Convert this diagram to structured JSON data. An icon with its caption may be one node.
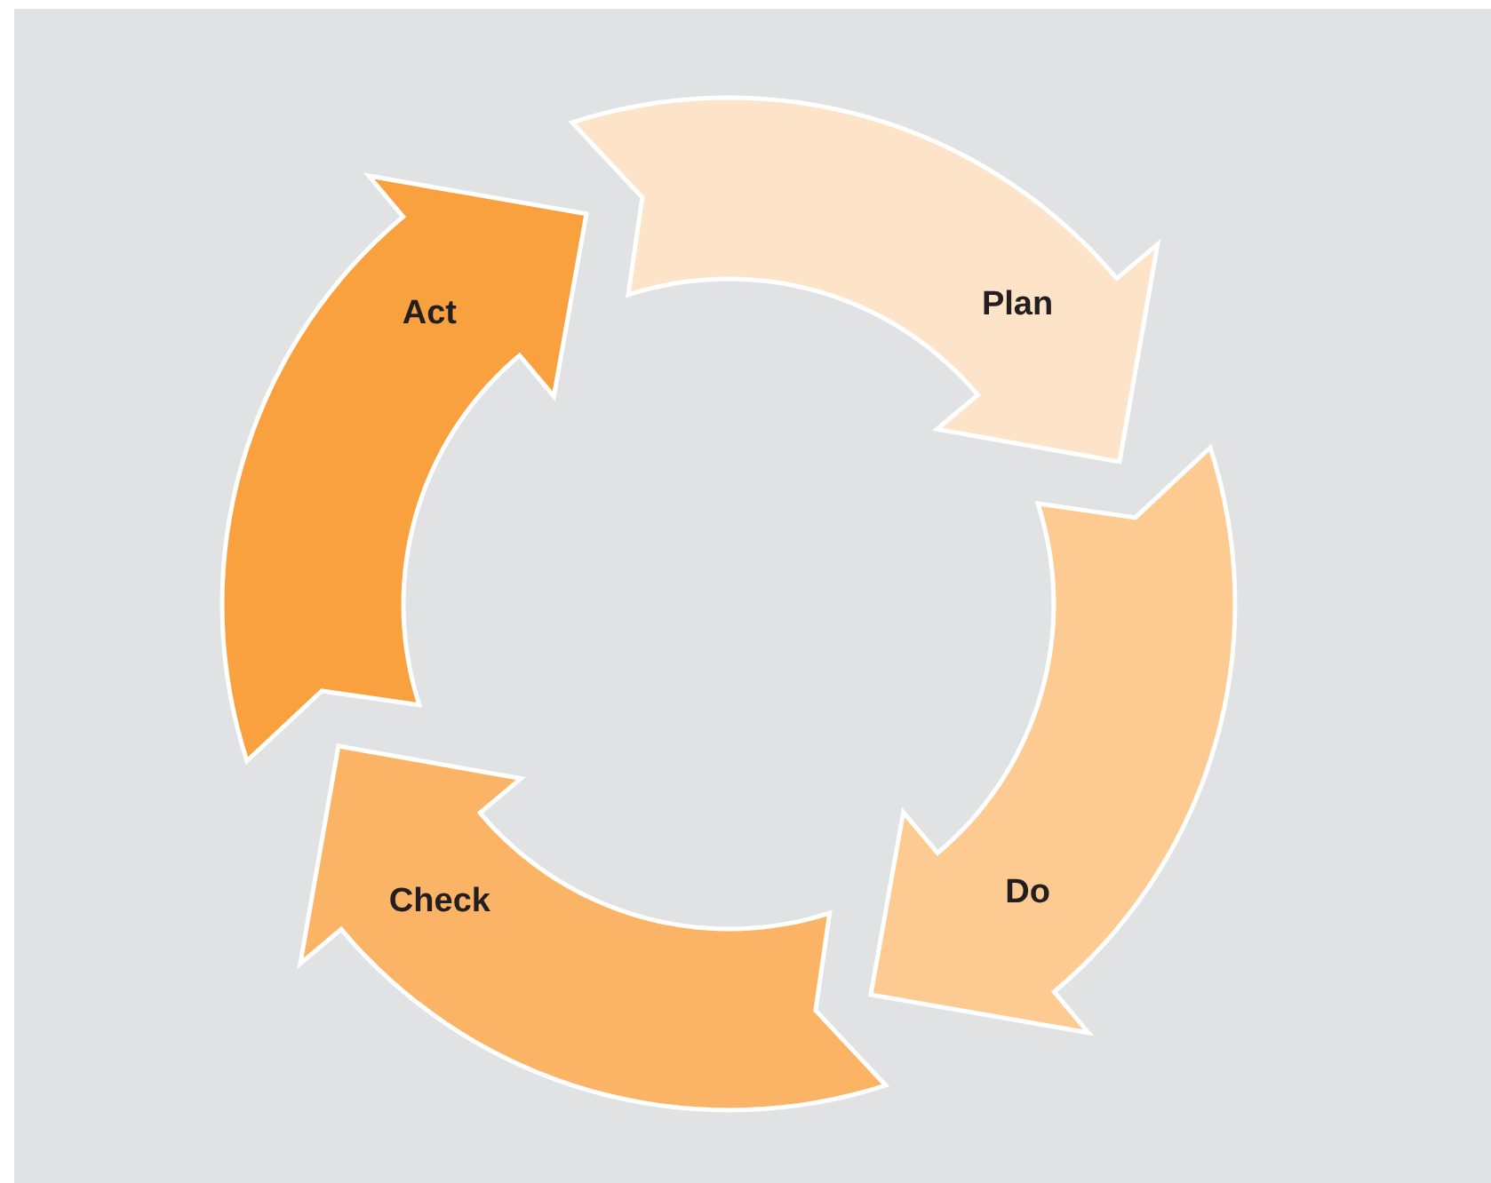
{
  "diagram": {
    "nodes": [
      {
        "text": [
          "Plan"
        ]
      },
      {
        "text": [
          "Do"
        ]
      },
      {
        "text": [
          "Check"
        ]
      },
      {
        "text": [
          "Act"
        ]
      }
    ]
  }
}
